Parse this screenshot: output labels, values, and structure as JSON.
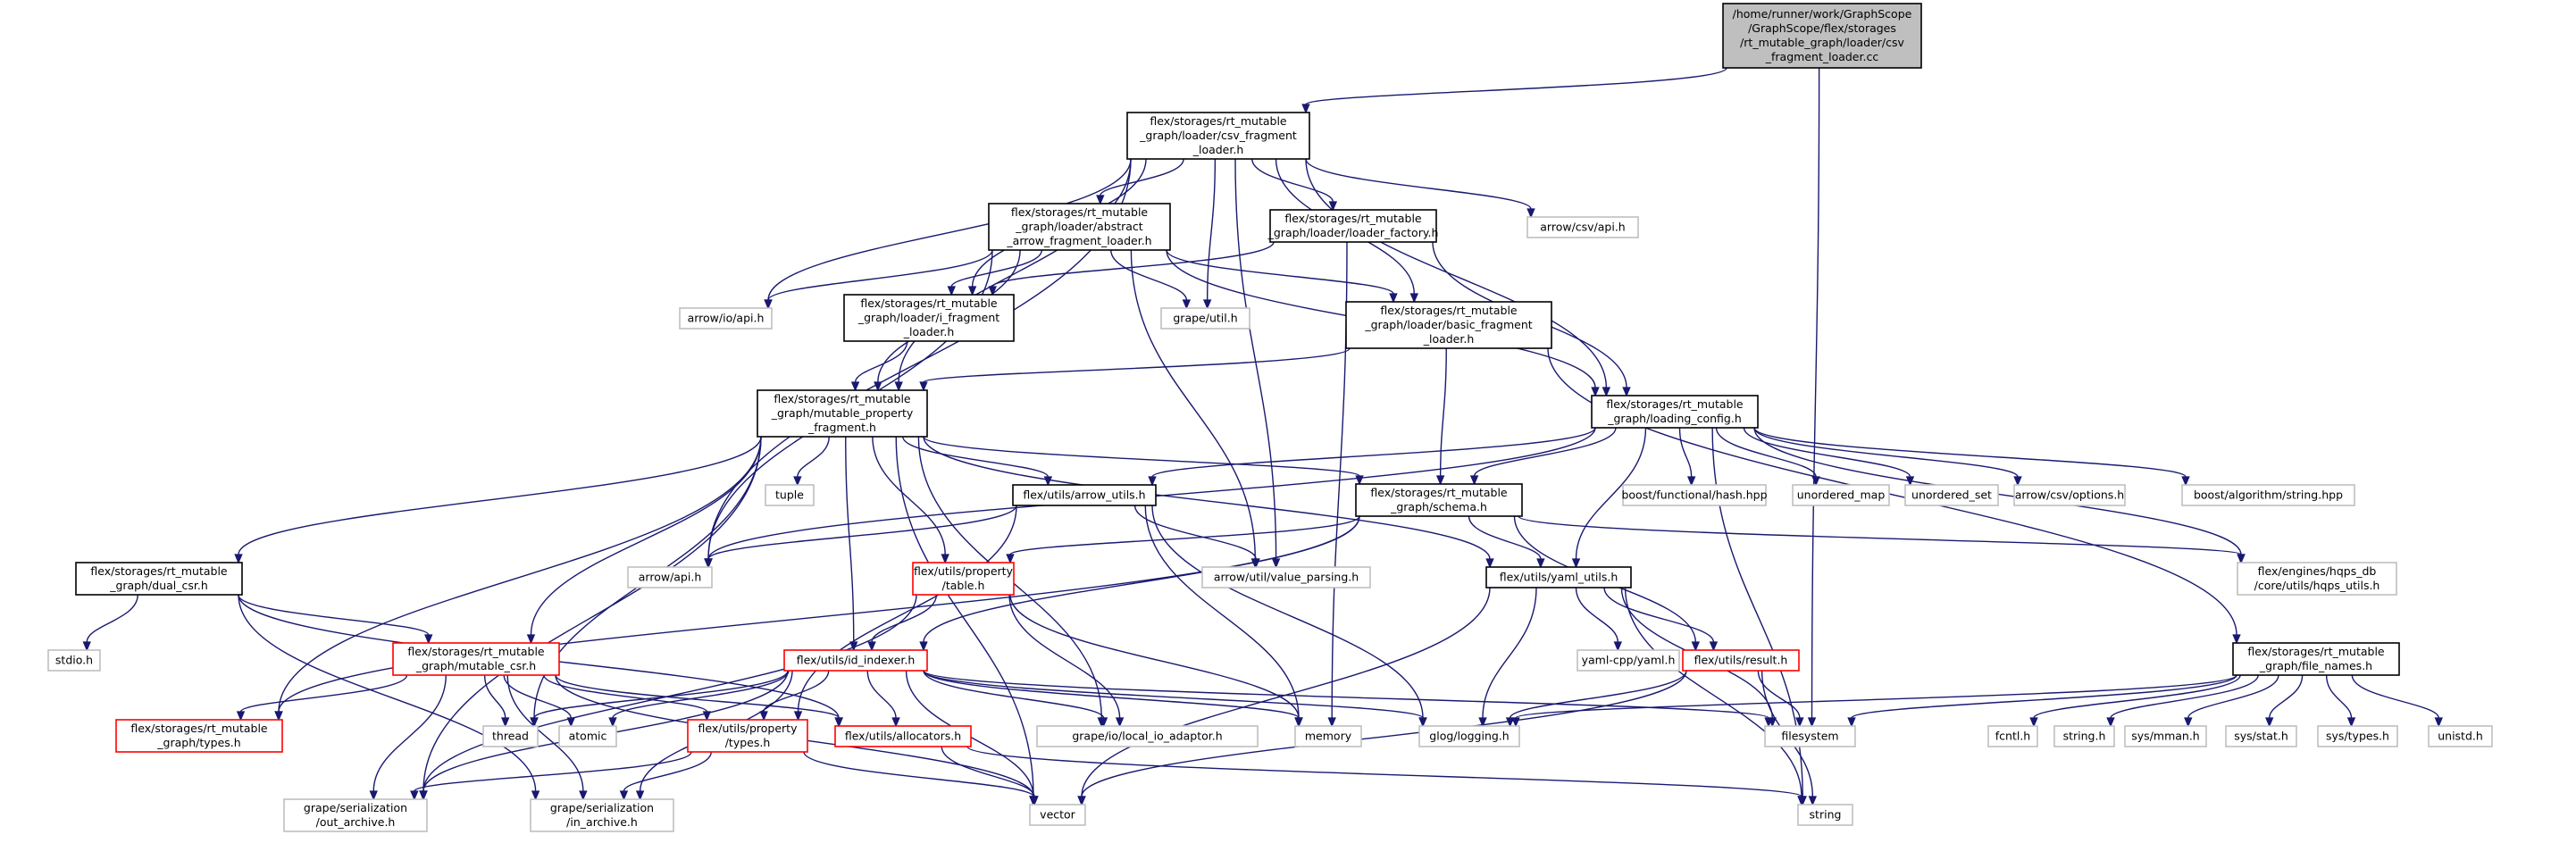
{
  "colors": {
    "root_fill": "#bfbfbf",
    "root_border": "#000000",
    "project_border": "#000000",
    "truncated_border": "#ff0000",
    "external_border": "#bfbfbf",
    "edge": "#191970"
  },
  "nodes": [
    {
      "id": "root",
      "kind": "root",
      "lines": [
        "/home/runner/work/GraphScope",
        "/GraphScope/flex/storages",
        "/rt_mutable_graph/loader/csv",
        "_fragment_loader.cc"
      ]
    },
    {
      "id": "csv_fragment_loader_h",
      "kind": "project",
      "lines": [
        "flex/storages/rt_mutable",
        "_graph/loader/csv_fragment",
        "_loader.h"
      ]
    },
    {
      "id": "abstract_arrow_fragment_loader_h",
      "kind": "project",
      "lines": [
        "flex/storages/rt_mutable",
        "_graph/loader/abstract",
        "_arrow_fragment_loader.h"
      ]
    },
    {
      "id": "loader_factory_h",
      "kind": "project",
      "lines": [
        "flex/storages/rt_mutable",
        "_graph/loader/loader_factory.h"
      ]
    },
    {
      "id": "arrow_csv_api_h",
      "kind": "external",
      "lines": [
        "arrow/csv/api.h"
      ]
    },
    {
      "id": "arrow_io_api_h",
      "kind": "external",
      "lines": [
        "arrow/io/api.h"
      ]
    },
    {
      "id": "i_fragment_loader_h",
      "kind": "project",
      "lines": [
        "flex/storages/rt_mutable",
        "_graph/loader/i_fragment",
        "_loader.h"
      ]
    },
    {
      "id": "grape_util_h",
      "kind": "external",
      "lines": [
        "grape/util.h"
      ]
    },
    {
      "id": "basic_fragment_loader_h",
      "kind": "project",
      "lines": [
        "flex/storages/rt_mutable",
        "_graph/loader/basic_fragment",
        "_loader.h"
      ]
    },
    {
      "id": "mutable_property_fragment_h",
      "kind": "project",
      "lines": [
        "flex/storages/rt_mutable",
        "_graph/mutable_property",
        "_fragment.h"
      ]
    },
    {
      "id": "loading_config_h",
      "kind": "project",
      "lines": [
        "flex/storages/rt_mutable",
        "_graph/loading_config.h"
      ]
    },
    {
      "id": "tuple",
      "kind": "external",
      "lines": [
        "tuple"
      ]
    },
    {
      "id": "arrow_utils_h",
      "kind": "project",
      "lines": [
        "flex/utils/arrow_utils.h"
      ]
    },
    {
      "id": "schema_h",
      "kind": "project",
      "lines": [
        "flex/storages/rt_mutable",
        "_graph/schema.h"
      ]
    },
    {
      "id": "boost_hash",
      "kind": "external",
      "lines": [
        "boost/functional/hash.hpp"
      ]
    },
    {
      "id": "unordered_map",
      "kind": "external",
      "lines": [
        "unordered_map"
      ]
    },
    {
      "id": "unordered_set",
      "kind": "external",
      "lines": [
        "unordered_set"
      ]
    },
    {
      "id": "arrow_csv_options_h",
      "kind": "external",
      "lines": [
        "arrow/csv/options.h"
      ]
    },
    {
      "id": "boost_string",
      "kind": "external",
      "lines": [
        "boost/algorithm/string.hpp"
      ]
    },
    {
      "id": "dual_csr_h",
      "kind": "project",
      "lines": [
        "flex/storages/rt_mutable",
        "_graph/dual_csr.h"
      ]
    },
    {
      "id": "arrow_api_h",
      "kind": "external",
      "lines": [
        "arrow/api.h"
      ]
    },
    {
      "id": "property_table_h",
      "kind": "truncated",
      "lines": [
        "flex/utils/property",
        "/table.h"
      ]
    },
    {
      "id": "value_parsing_h",
      "kind": "external",
      "lines": [
        "arrow/util/value_parsing.h"
      ]
    },
    {
      "id": "yaml_utils_h",
      "kind": "project",
      "lines": [
        "flex/utils/yaml_utils.h"
      ]
    },
    {
      "id": "hqps_utils_h",
      "kind": "external",
      "lines": [
        "flex/engines/hqps_db",
        "/core/utils/hqps_utils.h"
      ]
    },
    {
      "id": "stdio_h",
      "kind": "external",
      "lines": [
        "stdio.h"
      ]
    },
    {
      "id": "mutable_csr_h",
      "kind": "truncated",
      "lines": [
        "flex/storages/rt_mutable",
        "_graph/mutable_csr.h"
      ]
    },
    {
      "id": "id_indexer_h",
      "kind": "truncated",
      "lines": [
        "flex/utils/id_indexer.h"
      ]
    },
    {
      "id": "yaml_cpp",
      "kind": "external",
      "lines": [
        "yaml-cpp/yaml.h"
      ]
    },
    {
      "id": "result_h",
      "kind": "truncated",
      "lines": [
        "flex/utils/result.h"
      ]
    },
    {
      "id": "file_names_h",
      "kind": "project",
      "lines": [
        "flex/storages/rt_mutable",
        "_graph/file_names.h"
      ]
    },
    {
      "id": "types_h",
      "kind": "truncated",
      "lines": [
        "flex/storages/rt_mutable",
        "_graph/types.h"
      ]
    },
    {
      "id": "thread",
      "kind": "external",
      "lines": [
        "thread"
      ]
    },
    {
      "id": "atomic",
      "kind": "external",
      "lines": [
        "atomic"
      ]
    },
    {
      "id": "property_types_h",
      "kind": "truncated",
      "lines": [
        "flex/utils/property",
        "/types.h"
      ]
    },
    {
      "id": "allocators_h",
      "kind": "truncated",
      "lines": [
        "flex/utils/allocators.h"
      ]
    },
    {
      "id": "local_io_adaptor_h",
      "kind": "external",
      "lines": [
        "grape/io/local_io_adaptor.h"
      ]
    },
    {
      "id": "memory",
      "kind": "external",
      "lines": [
        "memory"
      ]
    },
    {
      "id": "glog_logging_h",
      "kind": "external",
      "lines": [
        "glog/logging.h"
      ]
    },
    {
      "id": "filesystem",
      "kind": "external",
      "lines": [
        "filesystem"
      ]
    },
    {
      "id": "fcntl_h",
      "kind": "external",
      "lines": [
        "fcntl.h"
      ]
    },
    {
      "id": "string_h",
      "kind": "external",
      "lines": [
        "string.h"
      ]
    },
    {
      "id": "sys_mman_h",
      "kind": "external",
      "lines": [
        "sys/mman.h"
      ]
    },
    {
      "id": "sys_stat_h",
      "kind": "external",
      "lines": [
        "sys/stat.h"
      ]
    },
    {
      "id": "sys_types_h",
      "kind": "external",
      "lines": [
        "sys/types.h"
      ]
    },
    {
      "id": "unistd_h",
      "kind": "external",
      "lines": [
        "unistd.h"
      ]
    },
    {
      "id": "out_archive_h",
      "kind": "external",
      "lines": [
        "grape/serialization",
        "/out_archive.h"
      ]
    },
    {
      "id": "in_archive_h",
      "kind": "external",
      "lines": [
        "grape/serialization",
        "/in_archive.h"
      ]
    },
    {
      "id": "vector",
      "kind": "external",
      "lines": [
        "vector"
      ]
    },
    {
      "id": "string",
      "kind": "external",
      "lines": [
        "string"
      ]
    }
  ],
  "edges": [
    [
      "root",
      "csv_fragment_loader_h"
    ],
    [
      "root",
      "filesystem"
    ],
    [
      "csv_fragment_loader_h",
      "abstract_arrow_fragment_loader_h"
    ],
    [
      "csv_fragment_loader_h",
      "loader_factory_h"
    ],
    [
      "csv_fragment_loader_h",
      "arrow_csv_api_h"
    ],
    [
      "csv_fragment_loader_h",
      "arrow_io_api_h"
    ],
    [
      "csv_fragment_loader_h",
      "i_fragment_loader_h"
    ],
    [
      "csv_fragment_loader_h",
      "grape_util_h"
    ],
    [
      "csv_fragment_loader_h",
      "basic_fragment_loader_h"
    ],
    [
      "csv_fragment_loader_h",
      "mutable_property_fragment_h"
    ],
    [
      "csv_fragment_loader_h",
      "loading_config_h"
    ],
    [
      "csv_fragment_loader_h",
      "arrow_api_h"
    ],
    [
      "csv_fragment_loader_h",
      "value_parsing_h"
    ],
    [
      "abstract_arrow_fragment_loader_h",
      "arrow_io_api_h"
    ],
    [
      "abstract_arrow_fragment_loader_h",
      "i_fragment_loader_h"
    ],
    [
      "abstract_arrow_fragment_loader_h",
      "grape_util_h"
    ],
    [
      "abstract_arrow_fragment_loader_h",
      "basic_fragment_loader_h"
    ],
    [
      "abstract_arrow_fragment_loader_h",
      "mutable_property_fragment_h"
    ],
    [
      "abstract_arrow_fragment_loader_h",
      "loading_config_h"
    ],
    [
      "abstract_arrow_fragment_loader_h",
      "arrow_api_h"
    ],
    [
      "abstract_arrow_fragment_loader_h",
      "value_parsing_h"
    ],
    [
      "loader_factory_h",
      "i_fragment_loader_h"
    ],
    [
      "loader_factory_h",
      "loading_config_h"
    ],
    [
      "loader_factory_h",
      "memory"
    ],
    [
      "i_fragment_loader_h",
      "mutable_property_fragment_h"
    ],
    [
      "basic_fragment_loader_h",
      "mutable_property_fragment_h"
    ],
    [
      "basic_fragment_loader_h",
      "schema_h"
    ],
    [
      "basic_fragment_loader_h",
      "file_names_h"
    ],
    [
      "mutable_property_fragment_h",
      "tuple"
    ],
    [
      "mutable_property_fragment_h",
      "arrow_utils_h"
    ],
    [
      "mutable_property_fragment_h",
      "schema_h"
    ],
    [
      "mutable_property_fragment_h",
      "dual_csr_h"
    ],
    [
      "mutable_property_fragment_h",
      "property_table_h"
    ],
    [
      "mutable_property_fragment_h",
      "yaml_utils_h"
    ],
    [
      "mutable_property_fragment_h",
      "mutable_csr_h"
    ],
    [
      "mutable_property_fragment_h",
      "id_indexer_h"
    ],
    [
      "mutable_property_fragment_h",
      "types_h"
    ],
    [
      "mutable_property_fragment_h",
      "thread"
    ],
    [
      "mutable_property_fragment_h",
      "local_io_adaptor_h"
    ],
    [
      "mutable_property_fragment_h",
      "out_archive_h"
    ],
    [
      "mutable_property_fragment_h",
      "vector"
    ],
    [
      "loading_config_h",
      "arrow_utils_h"
    ],
    [
      "loading_config_h",
      "schema_h"
    ],
    [
      "loading_config_h",
      "boost_hash"
    ],
    [
      "loading_config_h",
      "unordered_map"
    ],
    [
      "loading_config_h",
      "unordered_set"
    ],
    [
      "loading_config_h",
      "arrow_csv_options_h"
    ],
    [
      "loading_config_h",
      "boost_string"
    ],
    [
      "loading_config_h",
      "arrow_api_h"
    ],
    [
      "loading_config_h",
      "yaml_utils_h"
    ],
    [
      "loading_config_h",
      "hqps_utils_h"
    ],
    [
      "loading_config_h",
      "string"
    ],
    [
      "arrow_utils_h",
      "arrow_api_h"
    ],
    [
      "arrow_utils_h",
      "value_parsing_h"
    ],
    [
      "arrow_utils_h",
      "property_types_h"
    ],
    [
      "arrow_utils_h",
      "memory"
    ],
    [
      "arrow_utils_h",
      "glog_logging_h"
    ],
    [
      "schema_h",
      "property_table_h"
    ],
    [
      "schema_h",
      "yaml_utils_h"
    ],
    [
      "schema_h",
      "hqps_utils_h"
    ],
    [
      "schema_h",
      "id_indexer_h"
    ],
    [
      "schema_h",
      "result_h"
    ],
    [
      "schema_h",
      "types_h"
    ],
    [
      "dual_csr_h",
      "stdio_h"
    ],
    [
      "dual_csr_h",
      "mutable_csr_h"
    ],
    [
      "dual_csr_h",
      "allocators_h"
    ],
    [
      "dual_csr_h",
      "in_archive_h"
    ],
    [
      "property_table_h",
      "id_indexer_h"
    ],
    [
      "property_table_h",
      "local_io_adaptor_h"
    ],
    [
      "property_table_h",
      "memory"
    ],
    [
      "property_table_h",
      "out_archive_h"
    ],
    [
      "yaml_utils_h",
      "yaml_cpp"
    ],
    [
      "yaml_utils_h",
      "result_h"
    ],
    [
      "yaml_utils_h",
      "glog_logging_h"
    ],
    [
      "yaml_utils_h",
      "filesystem"
    ],
    [
      "yaml_utils_h",
      "vector"
    ],
    [
      "yaml_utils_h",
      "string"
    ],
    [
      "mutable_csr_h",
      "types_h"
    ],
    [
      "mutable_csr_h",
      "thread"
    ],
    [
      "mutable_csr_h",
      "atomic"
    ],
    [
      "mutable_csr_h",
      "property_types_h"
    ],
    [
      "mutable_csr_h",
      "allocators_h"
    ],
    [
      "mutable_csr_h",
      "out_archive_h"
    ],
    [
      "mutable_csr_h",
      "in_archive_h"
    ],
    [
      "mutable_csr_h",
      "vector"
    ],
    [
      "id_indexer_h",
      "thread"
    ],
    [
      "id_indexer_h",
      "atomic"
    ],
    [
      "id_indexer_h",
      "property_types_h"
    ],
    [
      "id_indexer_h",
      "allocators_h"
    ],
    [
      "id_indexer_h",
      "local_io_adaptor_h"
    ],
    [
      "id_indexer_h",
      "memory"
    ],
    [
      "id_indexer_h",
      "glog_logging_h"
    ],
    [
      "id_indexer_h",
      "filesystem"
    ],
    [
      "id_indexer_h",
      "out_archive_h"
    ],
    [
      "id_indexer_h",
      "in_archive_h"
    ],
    [
      "id_indexer_h",
      "vector"
    ],
    [
      "result_h",
      "glog_logging_h"
    ],
    [
      "result_h",
      "filesystem"
    ],
    [
      "result_h",
      "vector"
    ],
    [
      "result_h",
      "string"
    ],
    [
      "file_names_h",
      "glog_logging_h"
    ],
    [
      "file_names_h",
      "filesystem"
    ],
    [
      "file_names_h",
      "fcntl_h"
    ],
    [
      "file_names_h",
      "string_h"
    ],
    [
      "file_names_h",
      "sys_mman_h"
    ],
    [
      "file_names_h",
      "sys_stat_h"
    ],
    [
      "file_names_h",
      "sys_types_h"
    ],
    [
      "file_names_h",
      "unistd_h"
    ],
    [
      "property_types_h",
      "out_archive_h"
    ],
    [
      "property_types_h",
      "in_archive_h"
    ],
    [
      "property_types_h",
      "vector"
    ],
    [
      "allocators_h",
      "vector"
    ],
    [
      "allocators_h",
      "string"
    ]
  ]
}
